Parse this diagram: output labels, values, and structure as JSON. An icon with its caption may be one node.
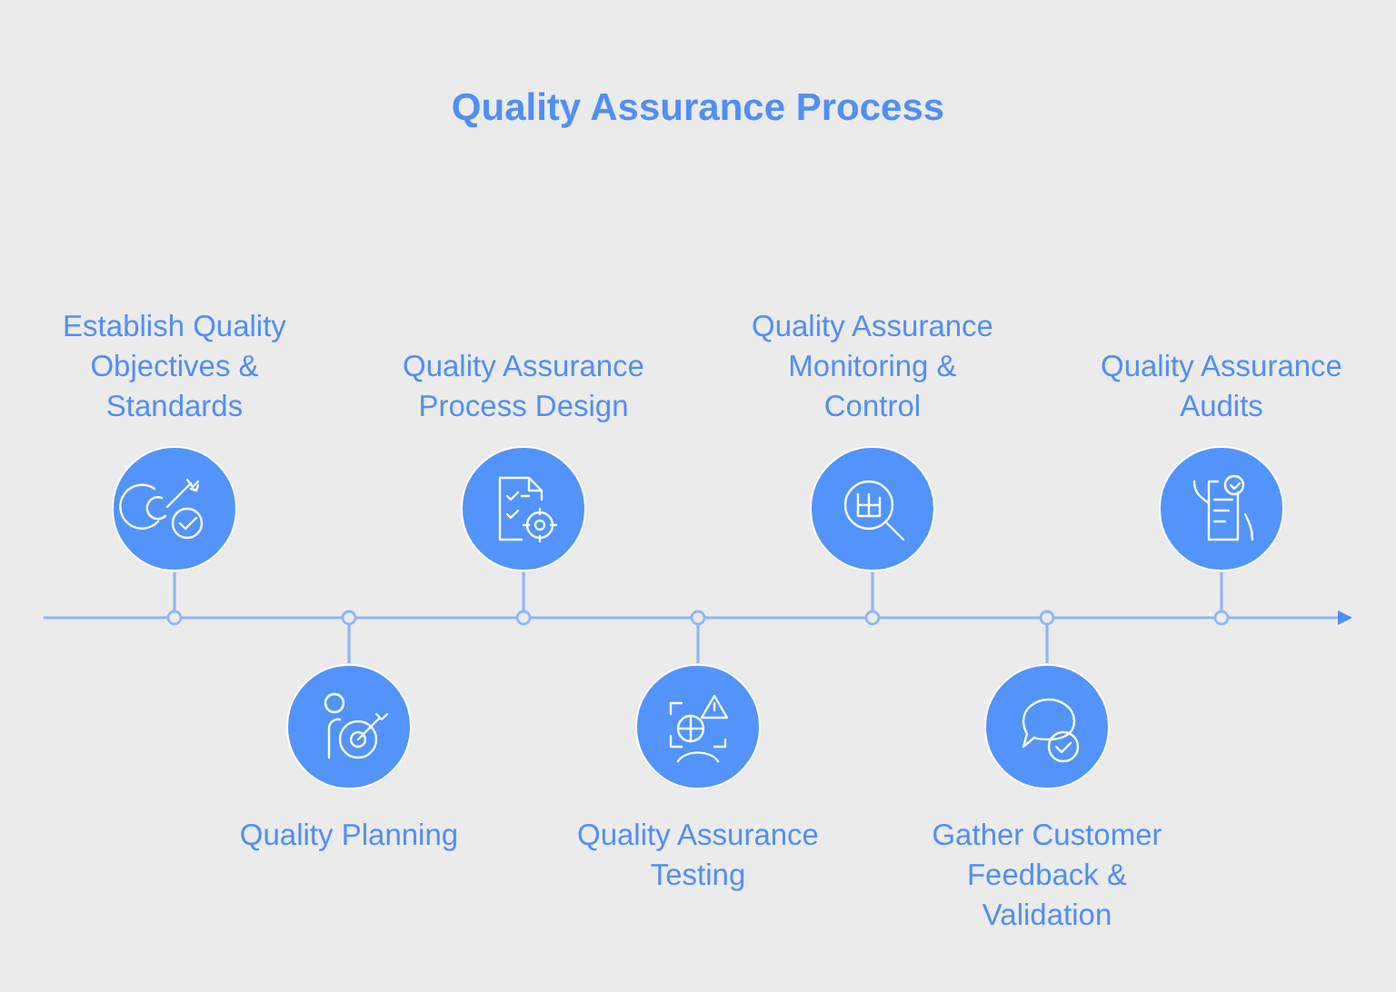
{
  "diagram": {
    "title": "Quality Assurance Process",
    "nodes": [
      {
        "text": [
          "Establish Quality Objectives & Standards"
        ]
      },
      {
        "text": [
          "Quality Planning"
        ]
      },
      {
        "text": [
          "Quality Assurance Process Design"
        ]
      },
      {
        "text": [
          "Quality Assurance Testing"
        ]
      },
      {
        "text": [
          "Quality Assurance Monitoring & Control"
        ]
      },
      {
        "text": [
          "Gather Customer Feedback & Validation"
        ]
      },
      {
        "text": [
          "Quality Assurance Audits"
        ]
      },
      {
        "text": [],
        "shape": "bar"
      }
    ],
    "edges": [
      {
        "from": 0,
        "to": 7,
        "arrow": "other"
      },
      {
        "from": 1,
        "to": 7,
        "arrow": "other"
      },
      {
        "from": 2,
        "to": 7,
        "arrow": "other"
      },
      {
        "from": 3,
        "to": 7,
        "arrow": "other"
      },
      {
        "from": 4,
        "to": 7,
        "arrow": "other"
      },
      {
        "from": 5,
        "to": 7,
        "arrow": "other"
      },
      {
        "from": 6,
        "to": 7,
        "arrow": "other"
      }
    ]
  }
}
